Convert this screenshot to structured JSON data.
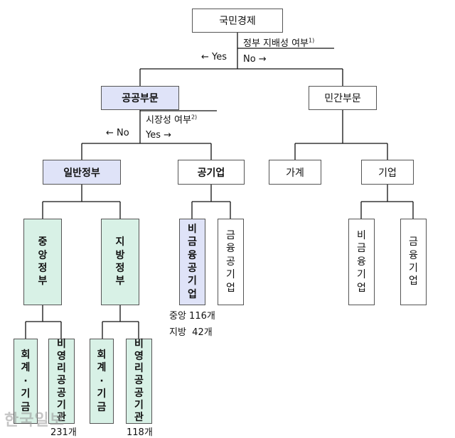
{
  "nodes": {
    "root": "국민경제",
    "public_sector": "공공부문",
    "private_sector": "민간부문",
    "general_gov": "일반정부",
    "public_corp": "공기업",
    "household": "가계",
    "enterprise": "기업",
    "central_gov": "중앙정부",
    "local_gov": "지방정부",
    "nonfin_public_corp": "비금융공기업",
    "fin_public_corp": "금융공기업",
    "nonfin_corp": "비금융기업",
    "fin_corp": "금융기업",
    "central_fund": "회계·기금",
    "central_nonprofit": "비영리공공기관",
    "local_fund": "회계·기금",
    "local_nonprofit": "비영리공공기관"
  },
  "criteria": {
    "c1_text": "정부 지배성 여부",
    "c1_note": "1)",
    "c1_yes": "← Yes",
    "c1_no": "No →",
    "c2_text": "시장성 여부",
    "c2_note": "2)",
    "c2_no": "← No",
    "c2_yes": "Yes →"
  },
  "counts": {
    "central_label": "중앙 116개",
    "local_label": "지방  42개",
    "central_nonprofit_count": "231개",
    "local_nonprofit_count": "118개"
  },
  "watermark": "한국일보",
  "colors": {
    "blue_box": "#dfe3f8",
    "green_box": "#d8f1e6",
    "line": "#111111",
    "border": "#555555"
  }
}
